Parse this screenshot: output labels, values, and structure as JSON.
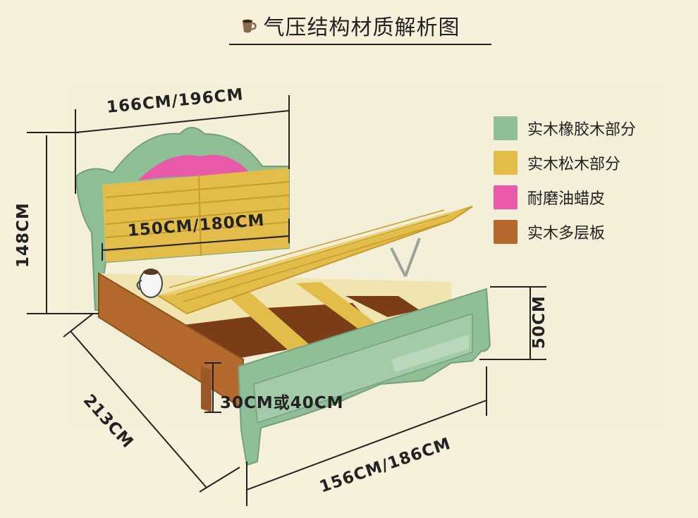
{
  "title": "气压结构材质解析图",
  "legend": [
    {
      "label": "实木橡胶木部分",
      "color": "#8fbf96"
    },
    {
      "label": "实木松木部分",
      "color": "#e2bd4a"
    },
    {
      "label": "耐磨油蜡皮",
      "color": "#e85aa8"
    },
    {
      "label": "实木多层板",
      "color": "#b56a2d"
    }
  ],
  "dimensions": {
    "head_width": "166CM/196CM",
    "inner_width": "150CM/180CM",
    "height": "148CM",
    "leg_height": "50CM",
    "side_height": "30CM或40CM",
    "length": "213CM",
    "foot_width": "156CM/186CM"
  },
  "icons": {
    "title_icon": "coffee-cup-icon",
    "scene_icon": "coffee-cup-icon"
  }
}
